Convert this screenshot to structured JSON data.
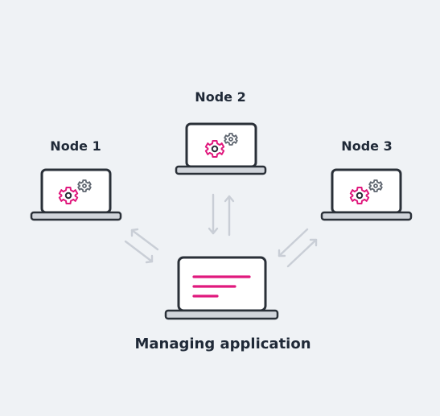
{
  "nodes": [
    {
      "label": "Node 1"
    },
    {
      "label": "Node 2"
    },
    {
      "label": "Node 3"
    }
  ],
  "manager": {
    "label": "Managing application"
  },
  "colors": {
    "background": "#eff2f5",
    "outline": "#2a3038",
    "screen": "#ffffff",
    "base": "#d1d5db",
    "accent": "#e0197d",
    "gear_gray": "#5f6670",
    "arrow": "#c9ced6"
  },
  "icons": {
    "node": [
      "laptop-icon",
      "gear-icon",
      "small-gear-icon"
    ],
    "manager": [
      "laptop-icon",
      "text-lines-icon"
    ],
    "connections": [
      "bidirectional-arrow-icon"
    ]
  }
}
